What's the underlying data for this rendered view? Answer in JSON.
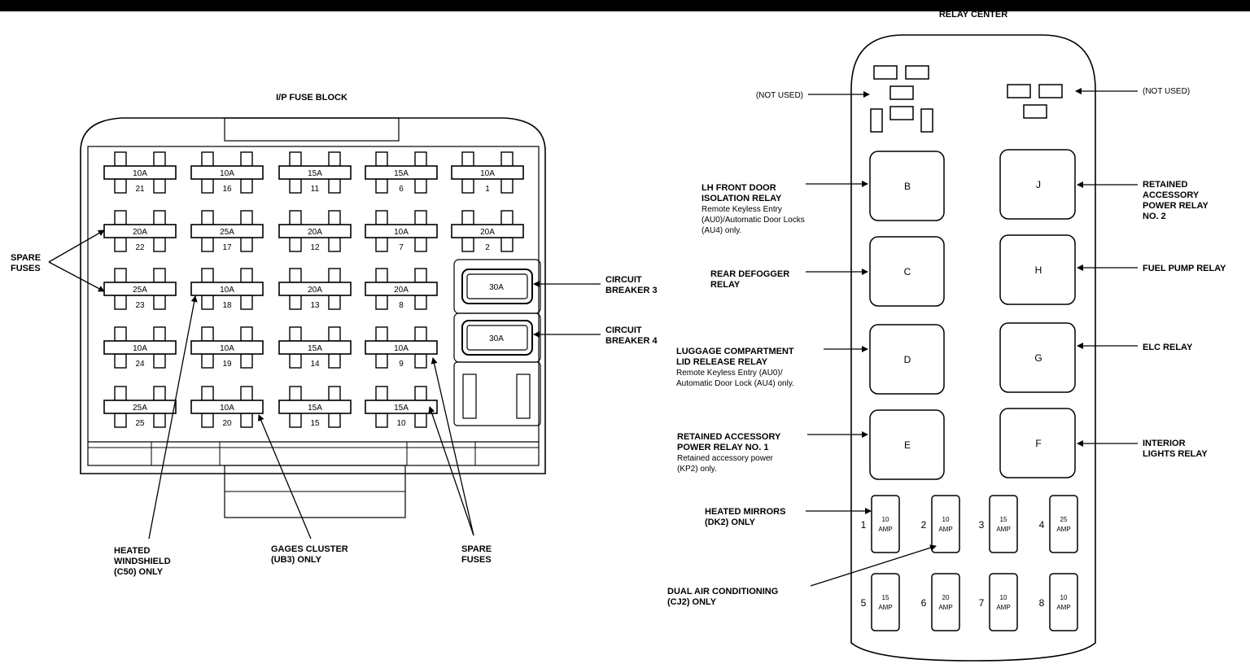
{
  "fuse_block": {
    "title": "I/P FUSE BLOCK",
    "fuses": [
      {
        "num": "21",
        "amp": "10A"
      },
      {
        "num": "16",
        "amp": "10A"
      },
      {
        "num": "11",
        "amp": "15A"
      },
      {
        "num": "6",
        "amp": "15A"
      },
      {
        "num": "1",
        "amp": "10A"
      },
      {
        "num": "22",
        "amp": "20A"
      },
      {
        "num": "17",
        "amp": "25A"
      },
      {
        "num": "12",
        "amp": "20A"
      },
      {
        "num": "7",
        "amp": "10A"
      },
      {
        "num": "2",
        "amp": "20A"
      },
      {
        "num": "23",
        "amp": "25A"
      },
      {
        "num": "18",
        "amp": "10A"
      },
      {
        "num": "13",
        "amp": "20A"
      },
      {
        "num": "8",
        "amp": "20A"
      },
      {
        "num": "24",
        "amp": "10A"
      },
      {
        "num": "19",
        "amp": "10A"
      },
      {
        "num": "14",
        "amp": "15A"
      },
      {
        "num": "9",
        "amp": "10A"
      },
      {
        "num": "25",
        "amp": "25A"
      },
      {
        "num": "20",
        "amp": "10A"
      },
      {
        "num": "15",
        "amp": "15A"
      },
      {
        "num": "10",
        "amp": "15A"
      }
    ],
    "breakers": [
      {
        "amp": "30A",
        "label": [
          "CIRCUIT",
          "BREAKER 3"
        ]
      },
      {
        "amp": "30A",
        "label": [
          "CIRCUIT",
          "BREAKER 4"
        ]
      }
    ],
    "callouts": {
      "spare_left": [
        "SPARE",
        "FUSES"
      ],
      "heated_windshield": [
        "HEATED",
        "WINDSHIELD",
        "(C50) ONLY"
      ],
      "gages_cluster": [
        "GAGES CLUSTER",
        "(UB3) ONLY"
      ],
      "spare_right": [
        "SPARE",
        "FUSES"
      ]
    }
  },
  "relay_center": {
    "title": "RELAY CENTER",
    "not_used": "(NOT USED)",
    "relays_left": [
      {
        "letter": "B",
        "label": [
          "LH FRONT DOOR",
          "ISOLATION RELAY"
        ],
        "note": [
          "Remote Keyless Entry",
          "(AU0)/Automatic Door Locks",
          "(AU4) only."
        ]
      },
      {
        "letter": "C",
        "label": [
          "REAR DEFOGGER",
          "RELAY"
        ],
        "note": []
      },
      {
        "letter": "D",
        "label": [
          "LUGGAGE COMPARTMENT",
          "LID RELEASE RELAY"
        ],
        "note": [
          "Remote Keyless Entry (AU0)/",
          "Automatic Door Lock (AU4) only."
        ]
      },
      {
        "letter": "E",
        "label": [
          "RETAINED ACCESSORY",
          "POWER RELAY NO. 1"
        ],
        "note": [
          "Retained accessory power",
          "(KP2) only."
        ]
      }
    ],
    "relays_right": [
      {
        "letter": "J",
        "label": [
          "RETAINED",
          "ACCESSORY",
          "POWER RELAY",
          "NO. 2"
        ]
      },
      {
        "letter": "H",
        "label": [
          "FUEL PUMP RELAY"
        ]
      },
      {
        "letter": "G",
        "label": [
          "ELC RELAY"
        ]
      },
      {
        "letter": "F",
        "label": [
          "INTERIOR",
          "LIGHTS RELAY"
        ]
      }
    ],
    "mini_fuses": [
      {
        "num": "1",
        "value": "10",
        "unit": "AMP"
      },
      {
        "num": "2",
        "value": "10",
        "unit": "AMP"
      },
      {
        "num": "3",
        "value": "15",
        "unit": "AMP"
      },
      {
        "num": "4",
        "value": "25",
        "unit": "AMP"
      },
      {
        "num": "5",
        "value": "15",
        "unit": "AMP"
      },
      {
        "num": "6",
        "value": "20",
        "unit": "AMP"
      },
      {
        "num": "7",
        "value": "10",
        "unit": "AMP"
      },
      {
        "num": "8",
        "value": "10",
        "unit": "AMP"
      }
    ],
    "callouts": {
      "heated_mirrors": [
        "HEATED MIRRORS",
        "(DK2) ONLY"
      ],
      "dual_air": [
        "DUAL AIR CONDITIONING",
        "(CJ2) ONLY"
      ]
    }
  }
}
